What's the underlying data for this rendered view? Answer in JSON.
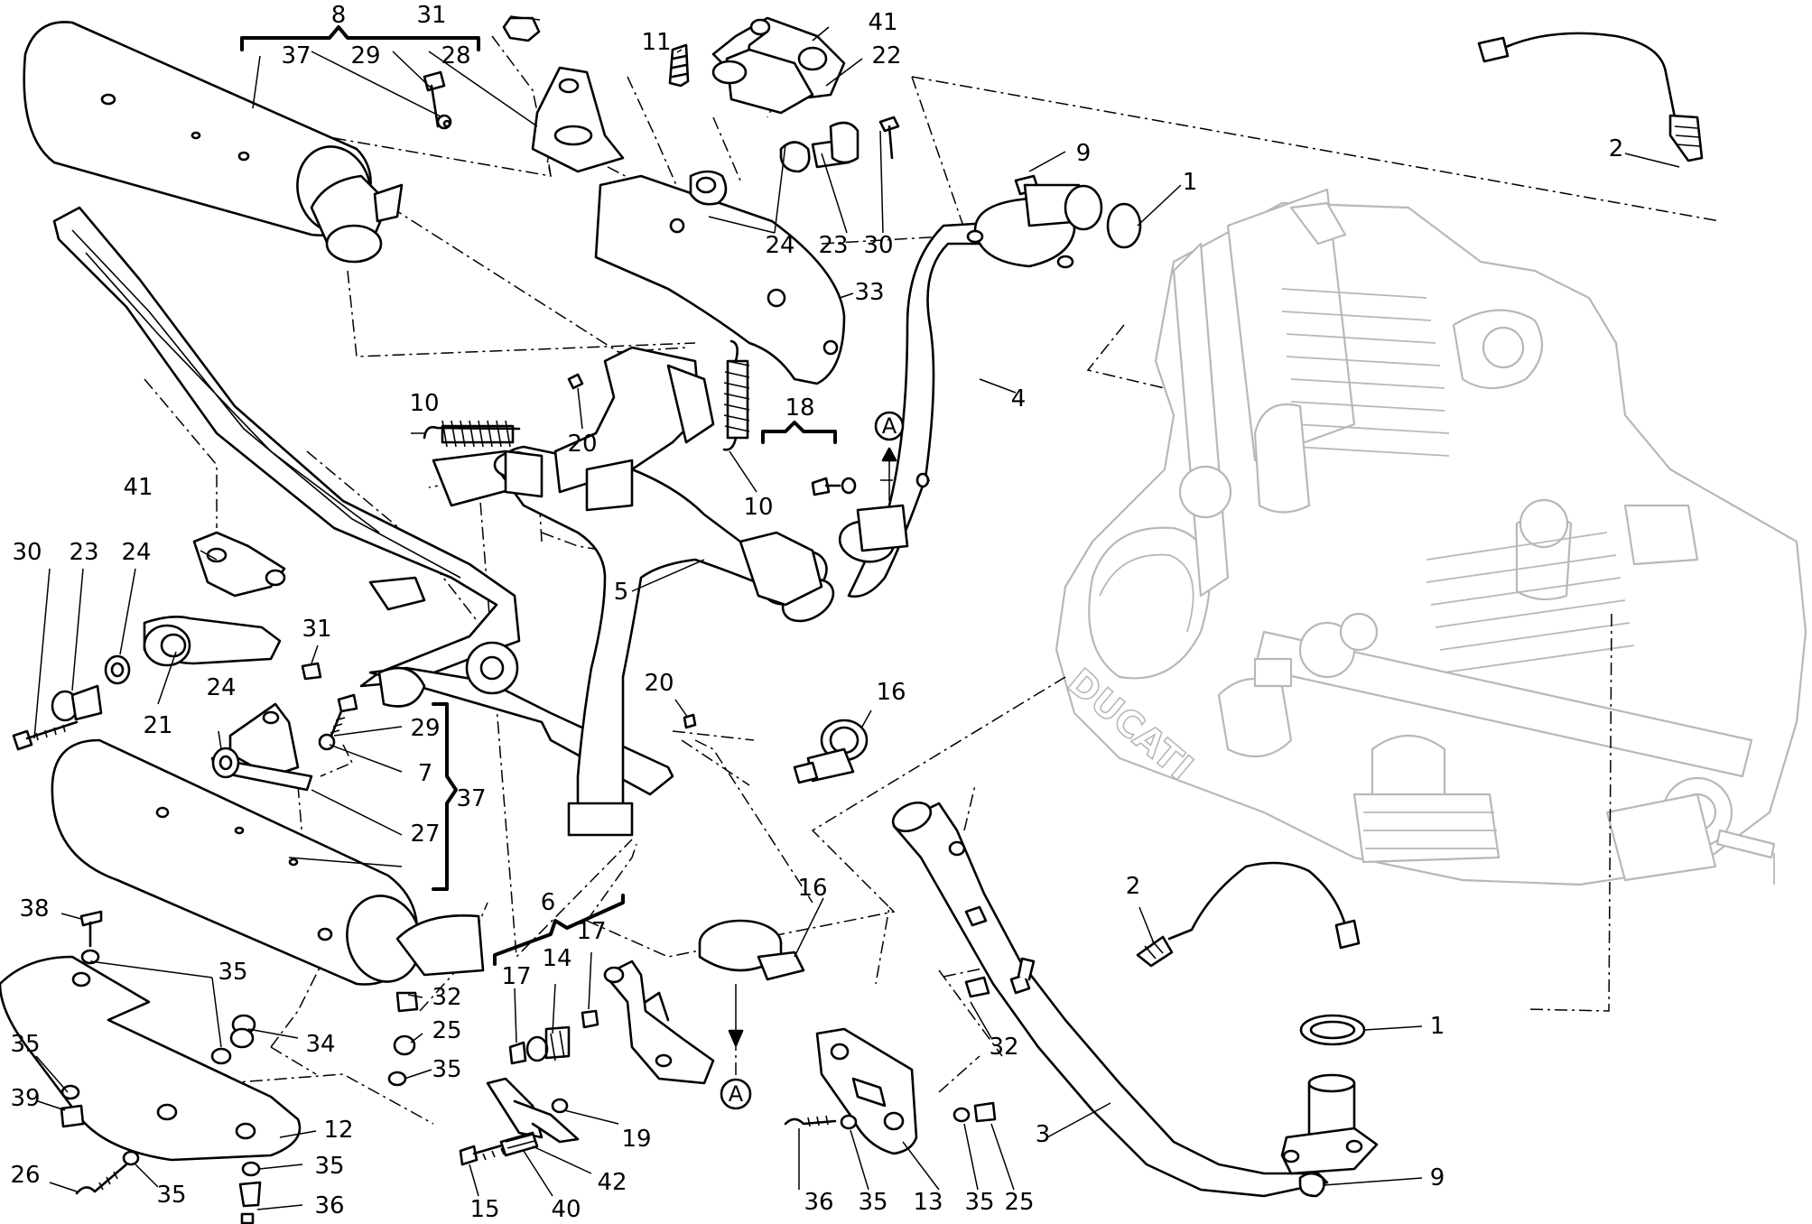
{
  "diagram": {
    "logo_text": "DUCATI",
    "marker_label": "A",
    "callouts": [
      {
        "id": "c8",
        "text": "8"
      },
      {
        "id": "c31a",
        "text": "31"
      },
      {
        "id": "c37a",
        "text": "37"
      },
      {
        "id": "c29a",
        "text": "29"
      },
      {
        "id": "c28",
        "text": "28"
      },
      {
        "id": "c11",
        "text": "11"
      },
      {
        "id": "c41a",
        "text": "41"
      },
      {
        "id": "c22",
        "text": "22"
      },
      {
        "id": "c9a",
        "text": "9"
      },
      {
        "id": "c1a",
        "text": "1"
      },
      {
        "id": "c2a",
        "text": "2"
      },
      {
        "id": "c24a",
        "text": "24"
      },
      {
        "id": "c23a",
        "text": "23"
      },
      {
        "id": "c30a",
        "text": "30"
      },
      {
        "id": "c33",
        "text": "33"
      },
      {
        "id": "c4",
        "text": "4"
      },
      {
        "id": "c10a",
        "text": "10"
      },
      {
        "id": "c20a",
        "text": "20"
      },
      {
        "id": "c10b",
        "text": "10"
      },
      {
        "id": "c18",
        "text": "18"
      },
      {
        "id": "c5",
        "text": "5"
      },
      {
        "id": "c41b",
        "text": "41"
      },
      {
        "id": "c30b",
        "text": "30"
      },
      {
        "id": "c23b",
        "text": "23"
      },
      {
        "id": "c24b",
        "text": "24"
      },
      {
        "id": "c31b",
        "text": "31"
      },
      {
        "id": "c21",
        "text": "21"
      },
      {
        "id": "c24c",
        "text": "24"
      },
      {
        "id": "c29b",
        "text": "29"
      },
      {
        "id": "c37b",
        "text": "37"
      },
      {
        "id": "c7",
        "text": "7"
      },
      {
        "id": "c27",
        "text": "27"
      },
      {
        "id": "c20b",
        "text": "20"
      },
      {
        "id": "c16a",
        "text": "16"
      },
      {
        "id": "c16b",
        "text": "16"
      },
      {
        "id": "c38",
        "text": "38"
      },
      {
        "id": "c35a",
        "text": "35"
      },
      {
        "id": "c6",
        "text": "6"
      },
      {
        "id": "c17a",
        "text": "17"
      },
      {
        "id": "c14",
        "text": "14"
      },
      {
        "id": "c17b",
        "text": "17"
      },
      {
        "id": "c32a",
        "text": "32"
      },
      {
        "id": "c25a",
        "text": "25"
      },
      {
        "id": "c34",
        "text": "34"
      },
      {
        "id": "c35b",
        "text": "35"
      },
      {
        "id": "c35c",
        "text": "35"
      },
      {
        "id": "c39",
        "text": "39"
      },
      {
        "id": "c12",
        "text": "12"
      },
      {
        "id": "c35d",
        "text": "35"
      },
      {
        "id": "c26",
        "text": "26"
      },
      {
        "id": "c35e",
        "text": "35"
      },
      {
        "id": "c36a",
        "text": "36"
      },
      {
        "id": "c19",
        "text": "19"
      },
      {
        "id": "c42",
        "text": "42"
      },
      {
        "id": "c15",
        "text": "15"
      },
      {
        "id": "c40",
        "text": "40"
      },
      {
        "id": "c36b",
        "text": "36"
      },
      {
        "id": "c35f",
        "text": "35"
      },
      {
        "id": "c13",
        "text": "13"
      },
      {
        "id": "c35g",
        "text": "35"
      },
      {
        "id": "c25b",
        "text": "25"
      },
      {
        "id": "c32b",
        "text": "32"
      },
      {
        "id": "c3",
        "text": "3"
      },
      {
        "id": "c2b",
        "text": "2"
      },
      {
        "id": "c1b",
        "text": "1"
      },
      {
        "id": "c9b",
        "text": "9"
      }
    ]
  }
}
